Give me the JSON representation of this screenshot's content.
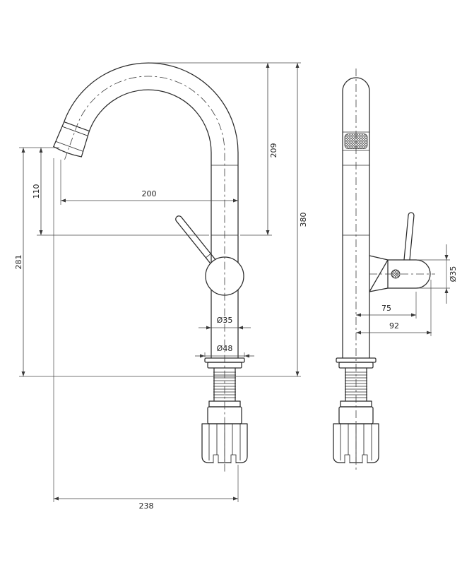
{
  "drawing": {
    "type": "technical-drawing",
    "subject": "kitchen-faucet-two-view-dimensioned",
    "line_color": "#2b2b2b",
    "dim_color": "#3f3f3f",
    "background": "#ffffff",
    "dims": {
      "outlet_height": "281",
      "outlet_drop": "110",
      "spout_reach": "200",
      "spout_rise": "209",
      "total_height": "380",
      "body_diameter": "Ø35",
      "base_diameter": "Ø48",
      "total_depth": "238",
      "handle_pivot_offset": "75",
      "handle_reach": "92",
      "handle_diameter": "Ø35"
    }
  }
}
